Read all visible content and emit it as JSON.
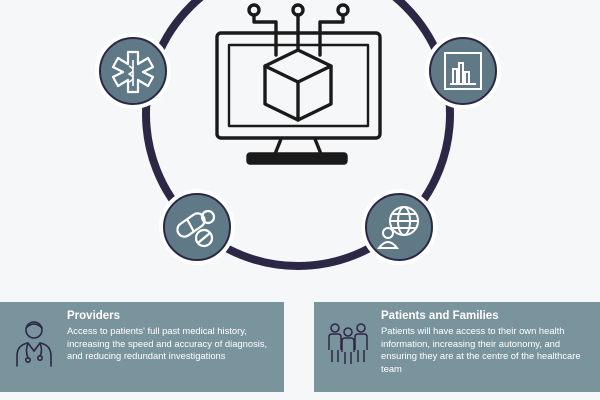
{
  "panels": [
    {
      "title": "Providers",
      "text": "Access to patients' full past medical history, increasing the speed and accuracy of diagnosis, and reducing redundant investigations",
      "icon": "doctor-icon"
    },
    {
      "title": "Patients and Families",
      "text": "Patients will have access to their own health information, increasing their autonomy, and ensuring they are at the centre of the healthcare team",
      "icon": "family-icon"
    }
  ],
  "nodes": [
    {
      "name": "medical-star-icon"
    },
    {
      "name": "bar-chart-icon"
    },
    {
      "name": "pills-icon"
    },
    {
      "name": "global-user-icon"
    }
  ],
  "center_icon": "computer-blockchain-icon",
  "colors": {
    "ring": "#2c2745",
    "node_fill": "#5f7a86",
    "panel": "#7a949e",
    "ink": "#1a1a1a",
    "background": "#f6f7f8"
  }
}
